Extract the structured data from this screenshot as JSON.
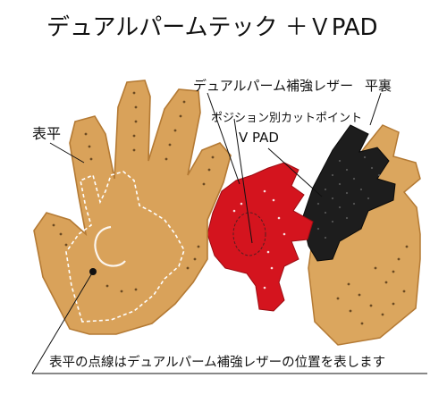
{
  "title": "デュアルパームテック ＋ＶPAD",
  "labels": {
    "dual_palm_leather": "デュアルパーム補強レザー",
    "back_leather": "平裏",
    "position_cut_point": "ポジション別カットポイント",
    "vpad": "V PAD",
    "front_leather": "表平"
  },
  "caption": "表平の点線はデュアルパーム補強レザーの位置を表します",
  "colors": {
    "leather_tan": "#d9a25a",
    "leather_edge": "#b47a34",
    "reinforcement_red": "#d4141e",
    "vpad_black": "#1c1c1c",
    "background": "#ffffff"
  }
}
